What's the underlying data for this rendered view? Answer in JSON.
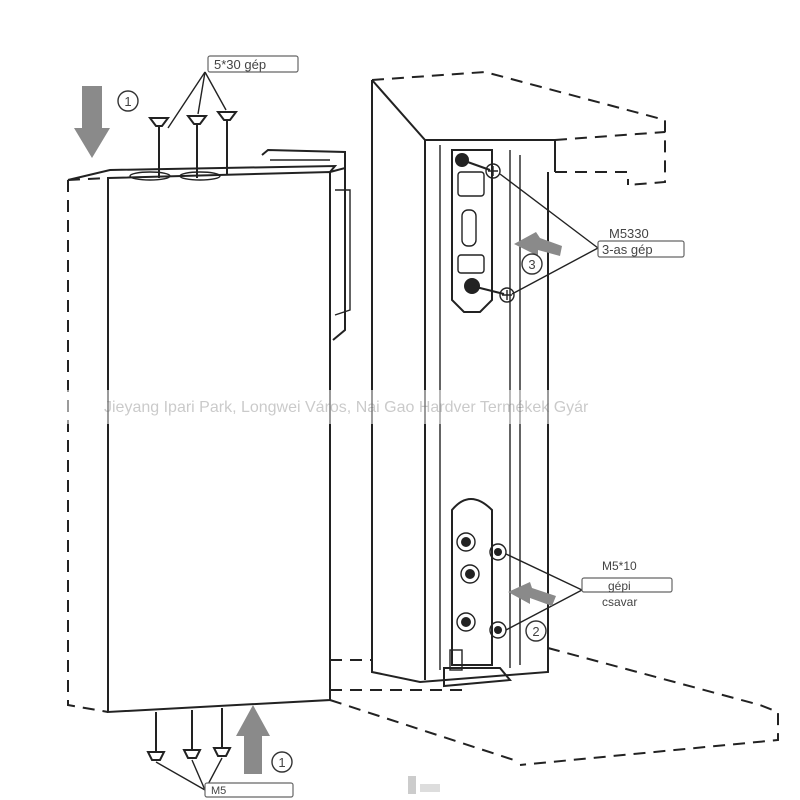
{
  "labels": {
    "top_screw_spec": "5*30 gép",
    "bracket_spec_line1": "M5330",
    "bracket_spec_line2": "3-as gép",
    "lower_spec_line1": "M5*10",
    "lower_spec_line2": "gépi",
    "lower_spec_line3": "csavar",
    "bottom_spec": "M5"
  },
  "steps": {
    "step1": "①",
    "step2": "②",
    "step3": "③"
  },
  "watermark": "Jieyang Ipari Park, Longwei Város, Nai Gao Hardver Termékek Gyár",
  "colors": {
    "line": "#222222",
    "arrow": "#8a8a8a",
    "callout_fill": "#ffffff"
  }
}
